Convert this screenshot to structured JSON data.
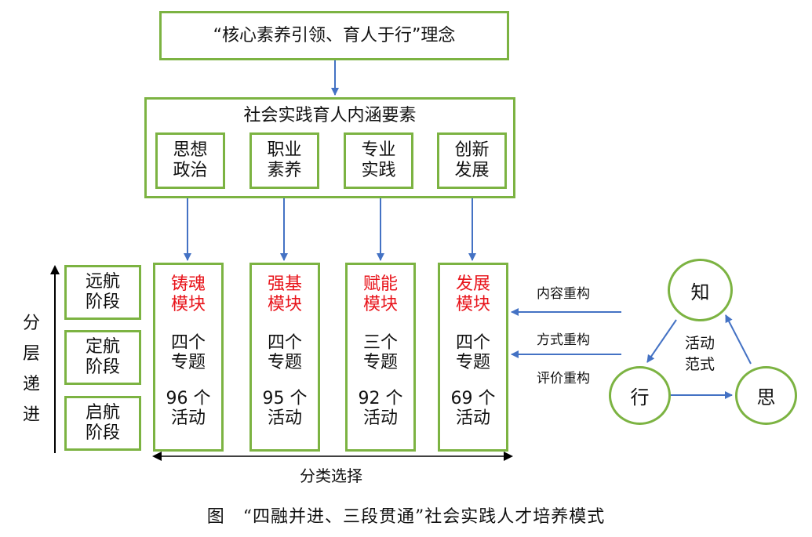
{
  "top_box": {
    "text": "“核心素养引领、育人于行”理念"
  },
  "elements_box": {
    "title": "社会实践育人内涵要素",
    "items": [
      {
        "line1": "思想",
        "line2": "政治"
      },
      {
        "line1": "职业",
        "line2": "素养"
      },
      {
        "line1": "专业",
        "line2": "实践"
      },
      {
        "line1": "创新",
        "line2": "发展"
      }
    ]
  },
  "stages": [
    {
      "line1": "远航",
      "line2": "阶段"
    },
    {
      "line1": "定航",
      "line2": "阶段"
    },
    {
      "line1": "启航",
      "line2": "阶段"
    }
  ],
  "vertical_label": [
    "分",
    "层",
    "递",
    "进"
  ],
  "modules": [
    {
      "name1": "铸魂",
      "name2": "模块",
      "topic1": "四个",
      "topic2": "专题",
      "act1": "96 个",
      "act2": "活动"
    },
    {
      "name1": "强基",
      "name2": "模块",
      "topic1": "四个",
      "topic2": "专题",
      "act1": "95 个",
      "act2": "活动"
    },
    {
      "name1": "赋能",
      "name2": "模块",
      "topic1": "三个",
      "topic2": "专题",
      "act1": "92 个",
      "act2": "活动"
    },
    {
      "name1": "发展",
      "name2": "模块",
      "topic1": "四个",
      "topic2": "专题",
      "act1": "69 个",
      "act2": "活动"
    }
  ],
  "bottom_label": "分类选择",
  "reconstruct_labels": [
    "内容重构",
    "方式重构",
    "评价重构"
  ],
  "cycle": {
    "know": "知",
    "act": "行",
    "think": "思",
    "center1": "活动",
    "center2": "范式"
  },
  "caption": "图　“四融并进、三段贯通”社会实践人才培养模式",
  "colors": {
    "green_border": "#7cb342",
    "arrow_blue": "#4472c4",
    "module_red": "#e8131a"
  }
}
